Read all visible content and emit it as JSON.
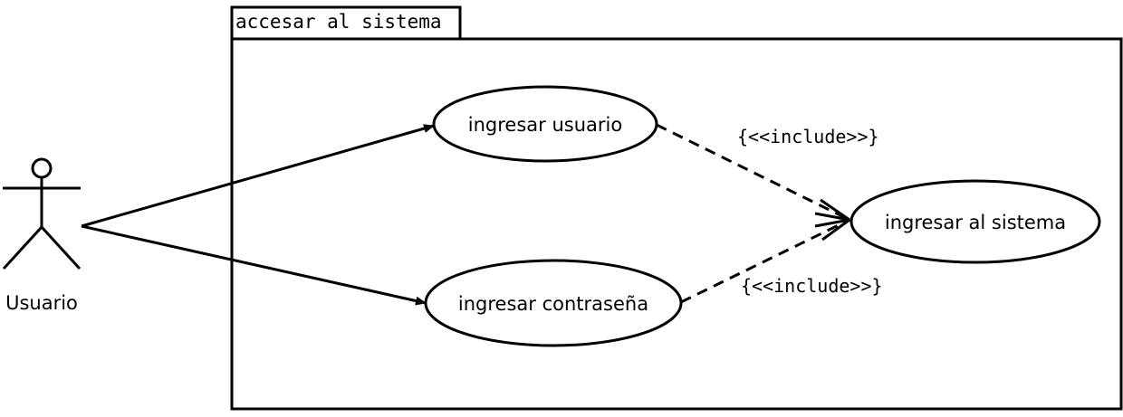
{
  "package": {
    "title": "accesar al sistema"
  },
  "actor": {
    "label": "Usuario"
  },
  "use_cases": {
    "user": "ingresar usuario",
    "password": "ingresar contraseña",
    "system": "ingresar al sistema"
  },
  "relations": {
    "include_top": "{<<include>>}",
    "include_bottom": "{<<include>>}"
  },
  "colors": {
    "stroke": "#000000",
    "fill": "#ffffff"
  }
}
